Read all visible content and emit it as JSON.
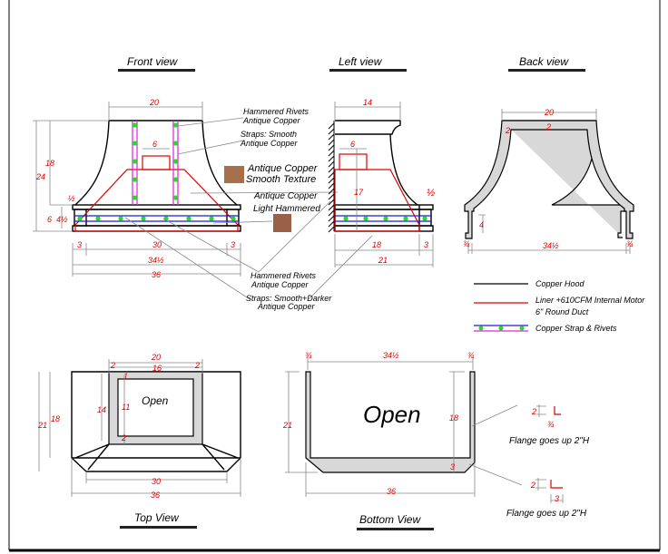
{
  "titles": {
    "front": "Front view",
    "left": "Left view",
    "back": "Back view",
    "top": "Top View",
    "bottom": "Bottom View"
  },
  "front": {
    "dims": {
      "top_width": "20",
      "total_height": "24",
      "upper_height": "18",
      "band_height": "6",
      "band_inner": "4½",
      "lip": "½",
      "chimney": "6",
      "side_left": "3",
      "center": "30",
      "side_right": "3",
      "inner_width": "34½",
      "total_width": "36"
    },
    "callouts": {
      "rivets_top": [
        "Hammered Rivets",
        "Antique Copper"
      ],
      "straps_top": [
        "Straps: Smooth",
        "Antique Copper"
      ],
      "smooth_texture": [
        "Antique Copper",
        "Smooth Texture"
      ],
      "light_hammered": [
        "Antique Copper",
        "Light Hammered"
      ],
      "rivets_bottom": [
        "Hammered Rivets",
        "Antique Copper"
      ],
      "straps_bottom": [
        "Straps: Smooth+Darker",
        "Antique Copper"
      ]
    },
    "swatch_colors": {
      "smooth": "#a8704a",
      "hammered": "#9a6048"
    }
  },
  "left": {
    "dims": {
      "top_depth": "14",
      "chimney": "6",
      "height": "17",
      "lip": "½",
      "depth_inner": "18",
      "band": "3",
      "total_depth": "21"
    }
  },
  "back": {
    "dims": {
      "top_width": "20",
      "thickness_top": "2",
      "thickness_side": "2",
      "leg": "4",
      "flange_left": "¾",
      "inner_width": "34½",
      "flange_right": "¾"
    }
  },
  "legend": [
    {
      "label": "Copper Hood",
      "color": "#000000"
    },
    {
      "label": "Liner +610CFM Internal Motor",
      "label2": "6\" Round Duct",
      "color": "#e00000"
    },
    {
      "label": "Copper Strap & Rivets",
      "color": "#1a1adc"
    }
  ],
  "top_view": {
    "open_label": "Open",
    "dims": {
      "outer_top": "20",
      "inner": "16",
      "left_frame": "2",
      "right_frame": "2",
      "top_frame": "1",
      "inner_height": "11",
      "bottom_frame": "2",
      "frame_height": "14",
      "depth": "18",
      "total_depth": "21",
      "front": "30",
      "total_width": "36"
    }
  },
  "bottom_view": {
    "open_label": "Open",
    "dims": {
      "left_wall": "¾",
      "inner_width": "34½",
      "right_wall": "¾",
      "depth": "21",
      "inner_depth": "18",
      "front_band": "3",
      "total_width": "36"
    }
  },
  "flanges": [
    {
      "label": "Flange goes up 2\"H",
      "height": "2",
      "width": "¾"
    },
    {
      "label": "Flange goes up 2\"H",
      "height": "2",
      "width": "3"
    }
  ]
}
